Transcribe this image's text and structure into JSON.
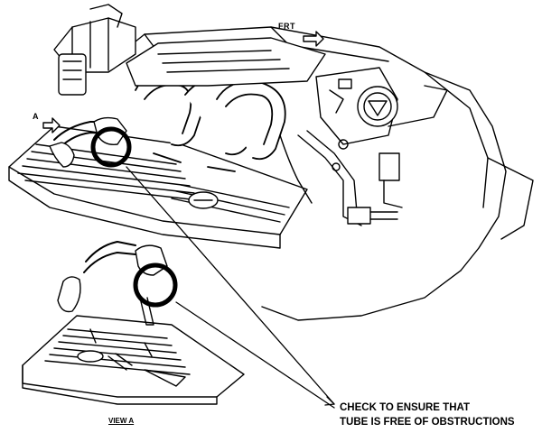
{
  "labels": {
    "front_direction": "FRT",
    "view_arrow": "A",
    "view_caption": "VIEW A",
    "callout_line1": "CHECK TO ENSURE THAT",
    "callout_line2": "TUBE IS FREE OF OBSTRUCTIONS"
  }
}
